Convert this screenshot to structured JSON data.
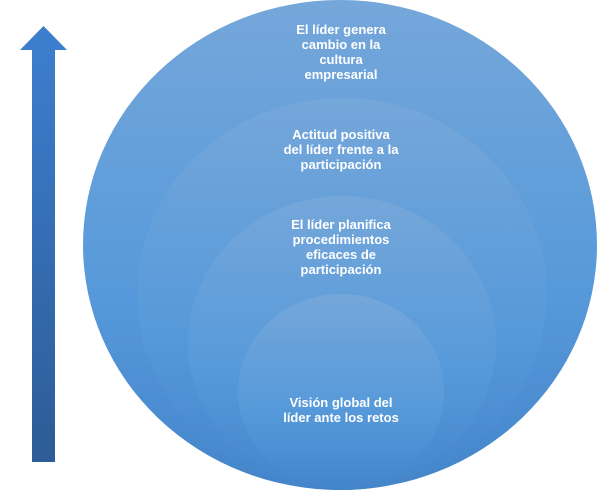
{
  "diagram": {
    "levels": [
      {
        "label": "El líder genera cambio en la cultura empresarial",
        "lines": [
          "El líder genera",
          "cambio en la",
          "cultura",
          "empresarial"
        ]
      },
      {
        "label": "Actitud positiva del líder frente a la participación",
        "lines": [
          "Actitud positiva",
          "del líder frente a la",
          "participación"
        ]
      },
      {
        "label": "El líder planifica procedimientos eficaces de participación",
        "lines": [
          "El líder planifica",
          "procedimientos",
          "eficaces de",
          "participación"
        ]
      },
      {
        "label": "Visión global del líder ante los retos",
        "lines": [
          "Visión global del",
          "líder ante los retos"
        ]
      }
    ],
    "colors": {
      "circle_top": "#75a7da",
      "circle_bottom": "#4a8fd4",
      "arrow_top": "#3c7dcd",
      "arrow_bottom": "#2d5c96"
    }
  }
}
